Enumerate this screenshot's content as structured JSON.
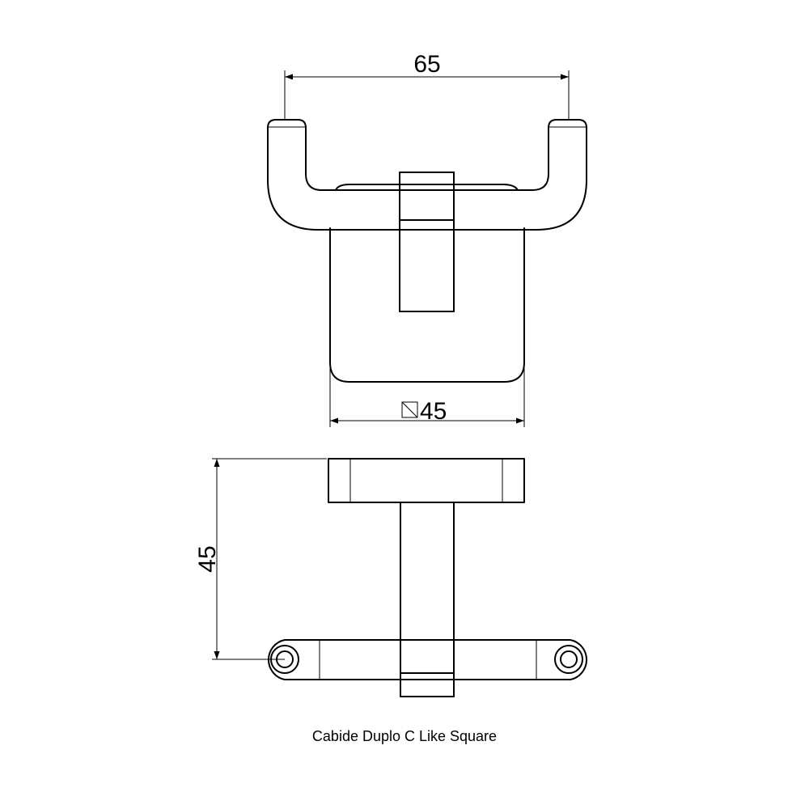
{
  "dimensions": {
    "width_label": "65",
    "base_label": "45",
    "depth_label": "45"
  },
  "caption": "Cabide Duplo C Like Square",
  "colors": {
    "ink": "#000000",
    "background": "#ffffff"
  },
  "icons": {
    "square_symbol": "square-section-icon"
  }
}
